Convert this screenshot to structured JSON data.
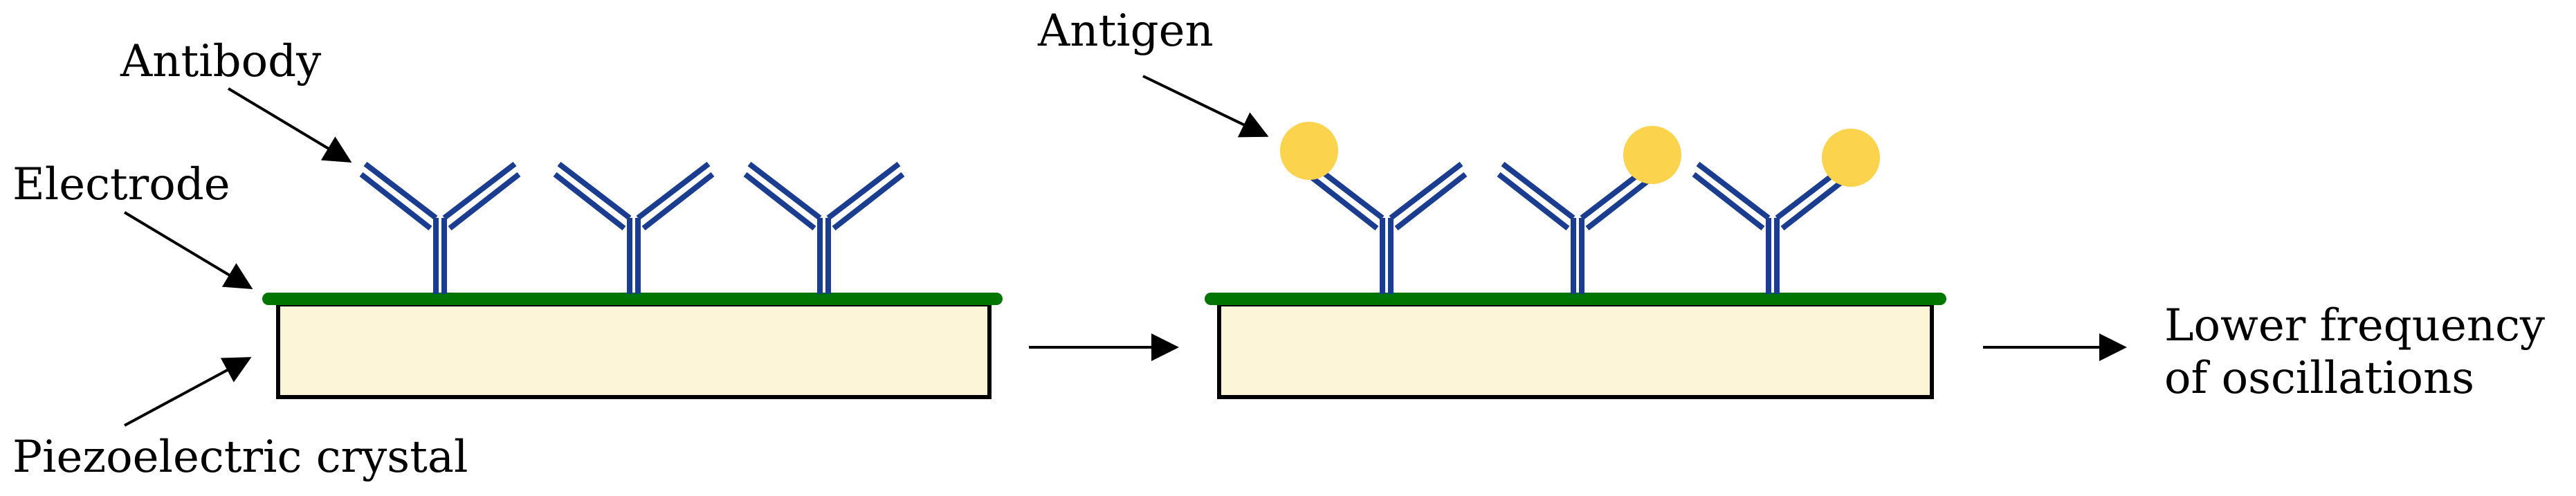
{
  "labels": {
    "antibody": "Antibody",
    "electrode": "Electrode",
    "crystal": "Piezoelectric crystal",
    "antigen": "Antigen",
    "result_line1": "Lower frequency",
    "result_line2": "of oscillations"
  },
  "colors": {
    "electrode": "#007500",
    "crystal_fill": "#fdf5d8",
    "antibody": "#1a3d8f",
    "antigen": "#fcd34d",
    "arrow": "#000000"
  },
  "panels": [
    {
      "name": "before-binding",
      "antibody_count": 3,
      "antigens_bound": []
    },
    {
      "name": "after-binding",
      "antibody_count": 3,
      "antigens_bound": [
        "left",
        "right",
        "right"
      ]
    }
  ]
}
